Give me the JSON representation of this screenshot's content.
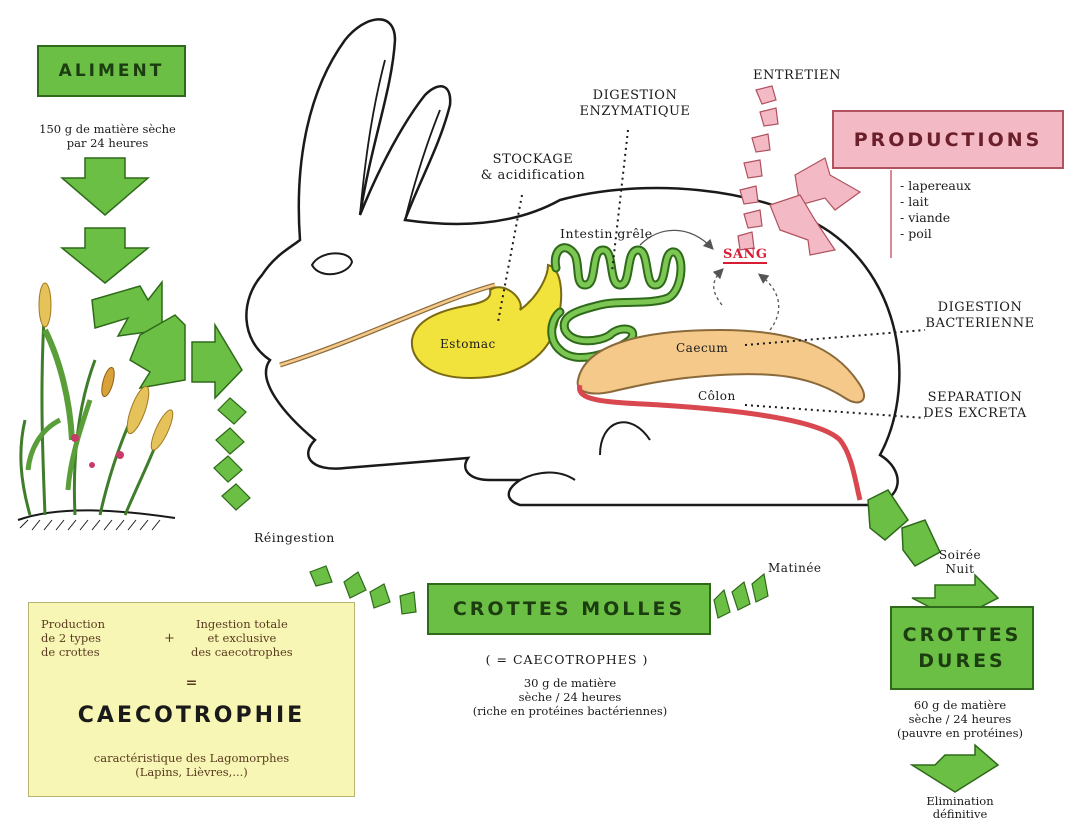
{
  "aliment": {
    "title": "ALIMENT",
    "qty_line1": "150 g de matière sèche",
    "qty_line2": "par 24 heures"
  },
  "labels": {
    "stockage_1": "STOCKAGE",
    "stockage_2": "& acidification",
    "digestion_enz_1": "DIGESTION",
    "digestion_enz_2": "ENZYMATIQUE",
    "entretien": "ENTRETIEN",
    "intestin": "Intestin grêle",
    "sang": "SANG",
    "estomac": "Estomac",
    "caecum": "Caecum",
    "colon": "Côlon",
    "dig_bact_1": "DIGESTION",
    "dig_bact_2": "BACTERIENNE",
    "sep_1": "SEPARATION",
    "sep_2": "DES EXCRETA",
    "reingestion": "Réingestion",
    "matinee": "Matinée",
    "soiree_1": "Soirée",
    "soiree_2": "Nuit"
  },
  "productions": {
    "title": "PRODUCTIONS",
    "items": [
      "- lapereaux",
      "- lait",
      "- viande",
      "- poil"
    ]
  },
  "crottes_molles": {
    "title": "CROTTES MOLLES",
    "sub": "( = CAECOTROPHES )",
    "qty_1": "30 g de matière",
    "qty_2": "sèche / 24 heures",
    "qty_3": "(riche en protéines bactériennes)"
  },
  "crottes_dures": {
    "title_1": "CROTTES",
    "title_2": "DURES",
    "qty_1": "60 g de matière",
    "qty_2": "sèche / 24 heures",
    "qty_3": "(pauvre en protéines)",
    "elim_1": "Elimination",
    "elim_2": "définitive"
  },
  "caecotrophie": {
    "left_1": "Production",
    "left_2": "de 2 types",
    "left_3": "de crottes",
    "plus": "+",
    "right_1": "Ingestion totale",
    "right_2": "et exclusive",
    "right_3": "des caecotrophes",
    "equals": "=",
    "title": "CAECOTROPHIE",
    "foot_1": "caractéristique des Lagomorphes",
    "foot_2": "(Lapins, Lièvres,...)"
  },
  "colors": {
    "green": "#6cbf45",
    "dark_green": "#2e6a1a",
    "pink": "#f3b9c4",
    "yellow": "#f7f6b4",
    "stomach": "#f2e23c",
    "caecum": "#f4c98a",
    "colon": "#d9474f",
    "sang": "#d81c34"
  }
}
